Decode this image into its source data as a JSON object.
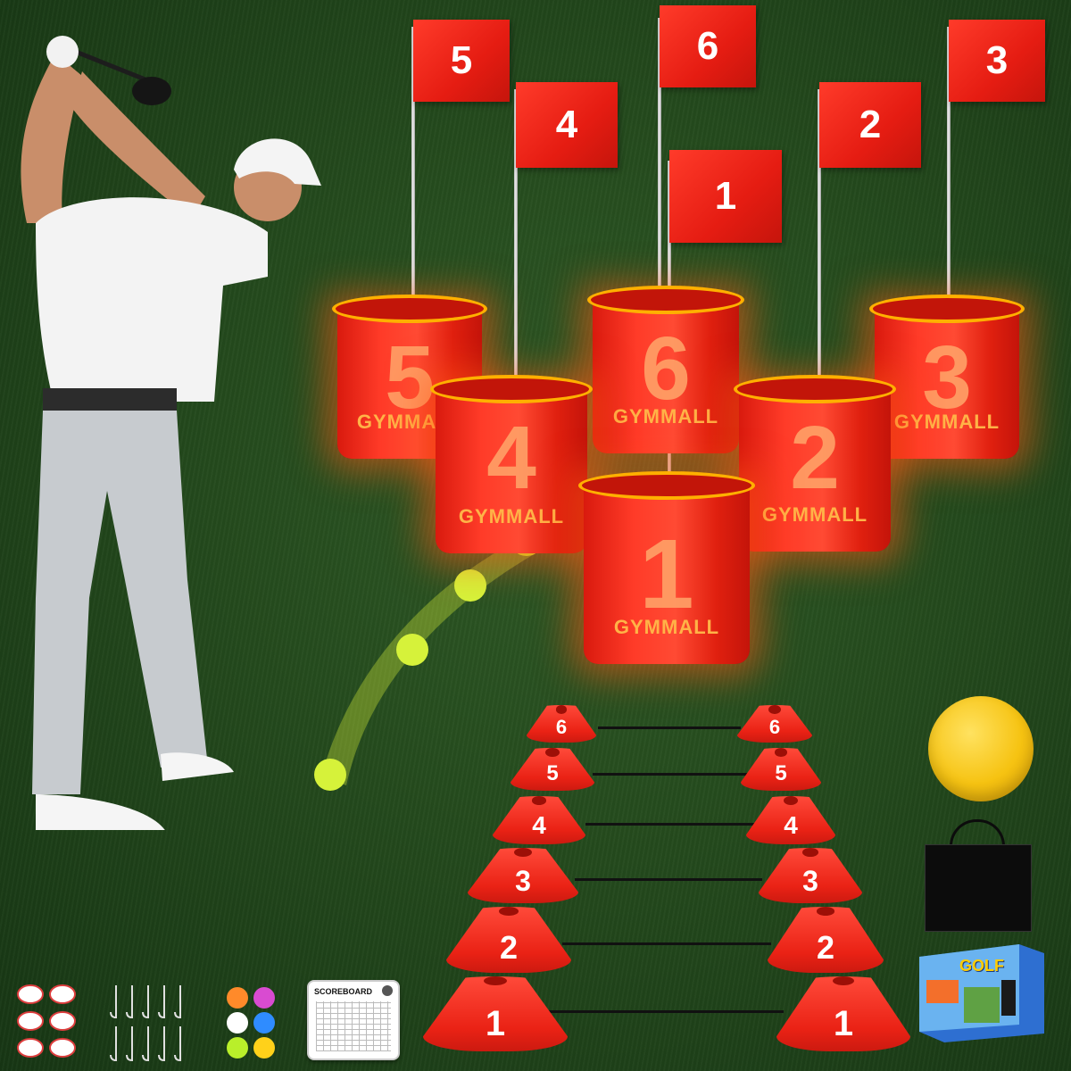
{
  "flags": [
    {
      "id": "5",
      "label": "5"
    },
    {
      "id": "4",
      "label": "4"
    },
    {
      "id": "6",
      "label": "6"
    },
    {
      "id": "1",
      "label": "1"
    },
    {
      "id": "2",
      "label": "2"
    },
    {
      "id": "3",
      "label": "3"
    }
  ],
  "buckets": [
    {
      "id": "5",
      "number": "5",
      "brand": "GYMMALL"
    },
    {
      "id": "6",
      "number": "6",
      "brand": "GYMMALL"
    },
    {
      "id": "3",
      "number": "3",
      "brand": "GYMMALL"
    },
    {
      "id": "4",
      "number": "4",
      "brand": "GYMMALL"
    },
    {
      "id": "2",
      "number": "2",
      "brand": "GYMMALL"
    },
    {
      "id": "1",
      "number": "1",
      "brand": "GYMMALL"
    }
  ],
  "cones": [
    {
      "row": "6",
      "left": "6",
      "right": "6"
    },
    {
      "row": "5",
      "left": "5",
      "right": "5"
    },
    {
      "row": "4",
      "left": "4",
      "right": "4"
    },
    {
      "row": "3",
      "left": "3",
      "right": "3"
    },
    {
      "row": "2",
      "left": "2",
      "right": "2"
    },
    {
      "row": "1",
      "left": "1",
      "right": "1"
    }
  ],
  "accessories": {
    "scoreboard_title": "SCOREBOARD",
    "box_title": "GOLF"
  },
  "colors": {
    "grass": "#244a1d",
    "red": "#e51c12",
    "rim": "#ffb000",
    "glow": "#ff5a14",
    "ball": "#d6f23a",
    "frisbee": "#f6c312"
  },
  "practice_ball_colors": [
    "#ff8a2a",
    "#d94bd1",
    "#ffffff",
    "#2f8cff",
    "#b9ef2a",
    "#ffd11a"
  ]
}
